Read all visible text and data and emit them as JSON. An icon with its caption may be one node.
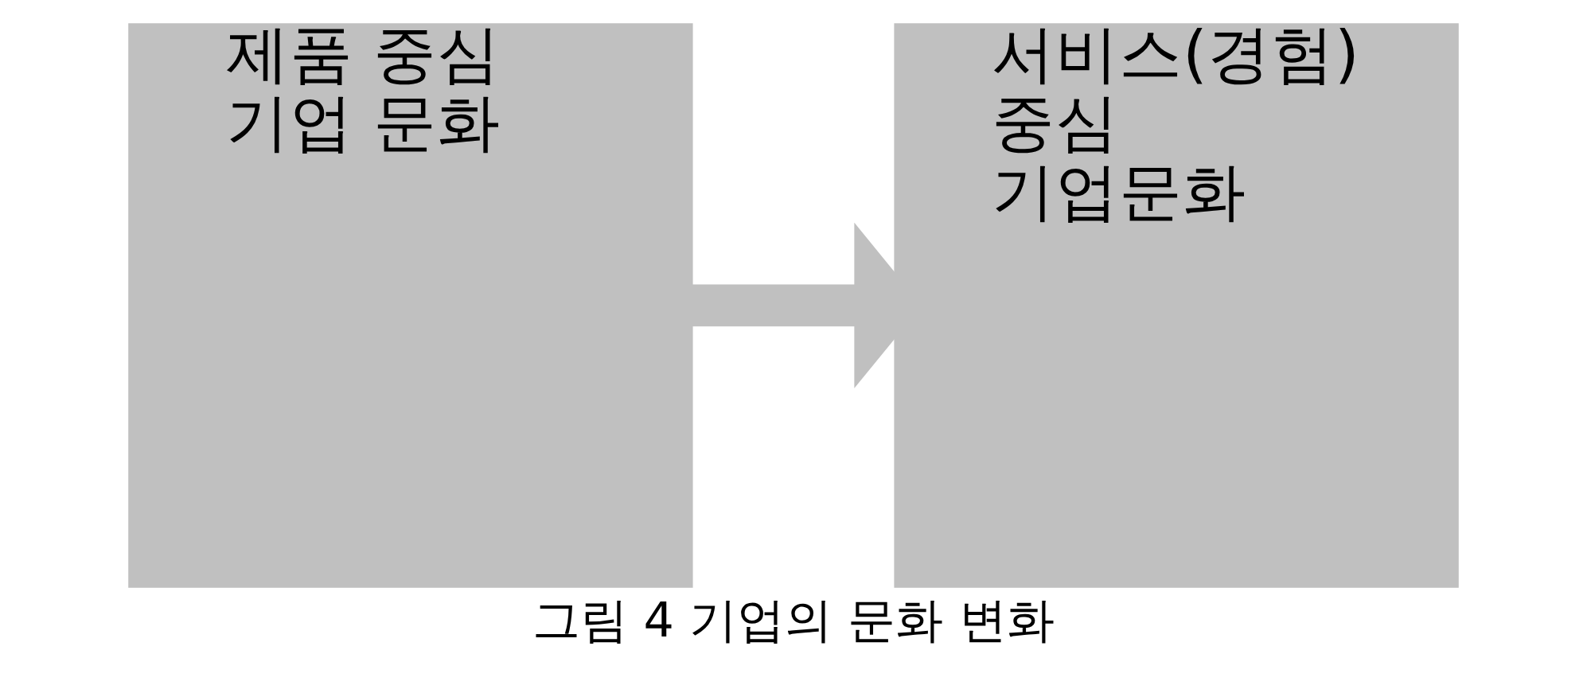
{
  "diagram": {
    "caption": "그림 4 기업의 문화 변화",
    "nodes": [
      {
        "text": [
          "제품 중심 기업 문화"
        ]
      },
      {
        "text": [
          "서비스(경험) 중심 기업문화"
        ]
      }
    ],
    "edges": [
      {
        "from": 0,
        "to": 1,
        "arrow": "to"
      }
    ]
  }
}
